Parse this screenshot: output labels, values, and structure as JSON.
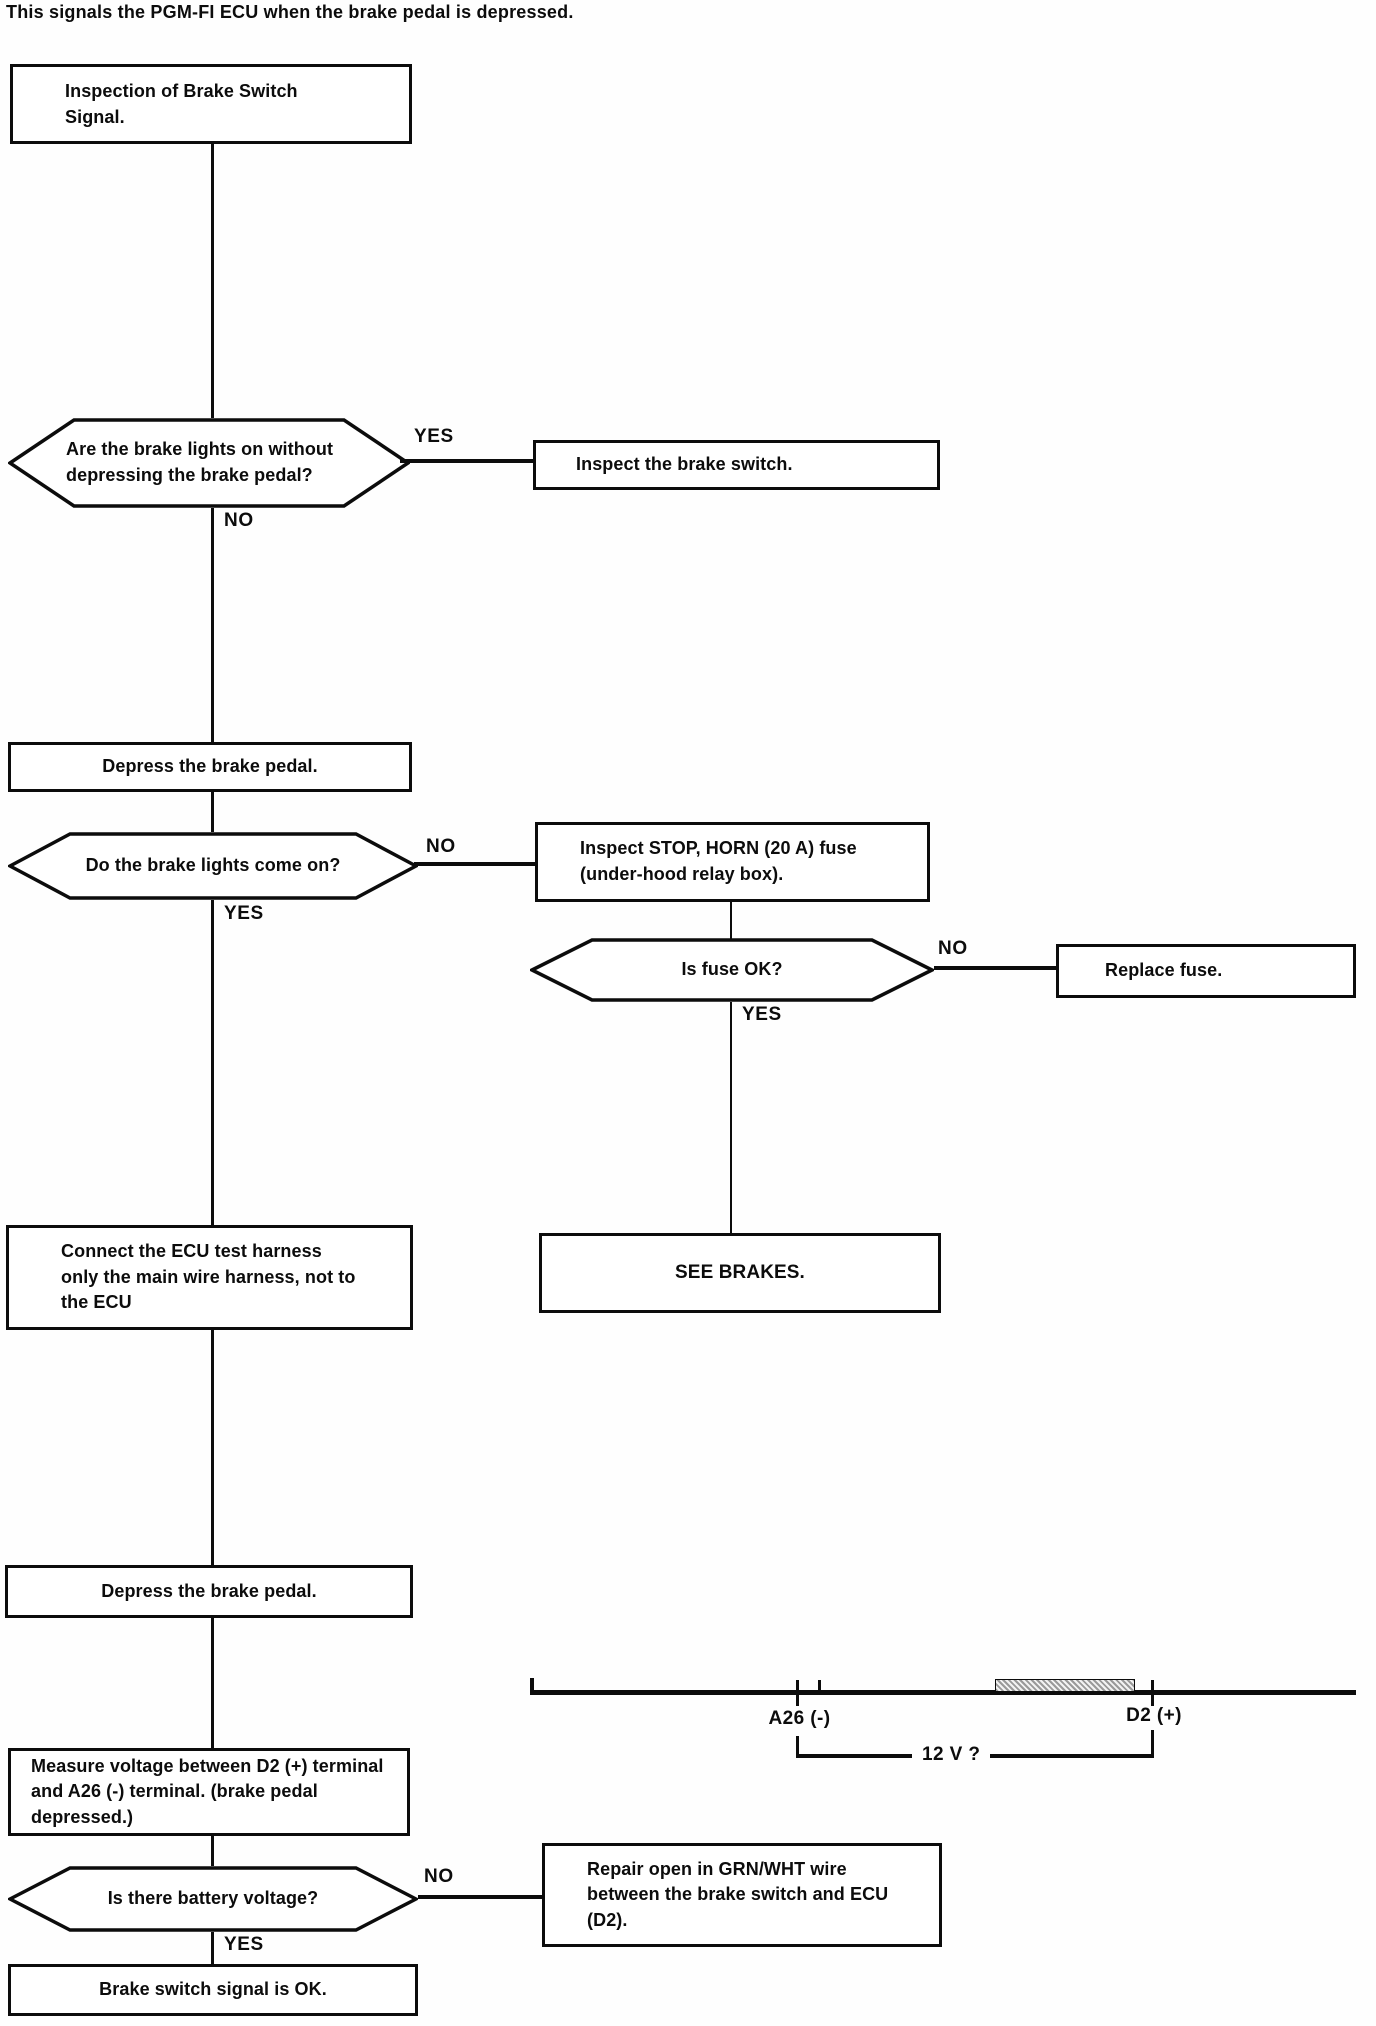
{
  "page": {
    "intro": "This signals the PGM-FI ECU when the brake pedal is depressed."
  },
  "flowchart": {
    "start": {
      "label": "Inspection of Brake Switch Signal."
    },
    "q_lights_without": {
      "label": "Are the brake lights on without depressing the brake pedal?",
      "yes_label": "YES",
      "no_label": "NO"
    },
    "inspect_switch": {
      "label": "Inspect the brake switch."
    },
    "depress_1": {
      "label": "Depress the brake pedal."
    },
    "q_lights_come_on": {
      "label": "Do the brake lights come on?",
      "yes_label": "YES",
      "no_label": "NO"
    },
    "inspect_fuse": {
      "label": "Inspect STOP, HORN (20 A) fuse (under-hood relay box)."
    },
    "q_fuse_ok": {
      "label": "Is fuse OK?",
      "yes_label": "YES",
      "no_label": "NO"
    },
    "replace_fuse": {
      "label": "Replace fuse."
    },
    "see_brakes": {
      "label": "SEE BRAKES."
    },
    "connect_harness": {
      "label": "Connect the ECU test harness only the main wire harness, not to the ECU"
    },
    "depress_2": {
      "label": "Depress the brake pedal."
    },
    "measure_voltage": {
      "label": "Measure voltage between D2 (+) terminal and A26 (-) terminal. (brake pedal depressed.)"
    },
    "q_battery_voltage": {
      "label": "Is there battery voltage?",
      "yes_label": "YES",
      "no_label": "NO"
    },
    "repair_wire": {
      "label": "Repair open in GRN/WHT wire between the brake switch and ECU (D2)."
    },
    "signal_ok": {
      "label": "Brake switch signal is OK."
    }
  },
  "terminal_diagram": {
    "terminal_a26": "A26 (-)",
    "terminal_d2": "D2 (+)",
    "voltage_query": "12 V ?"
  },
  "colors": {
    "ink": "#0c0c0c",
    "paper": "#fefefe"
  }
}
